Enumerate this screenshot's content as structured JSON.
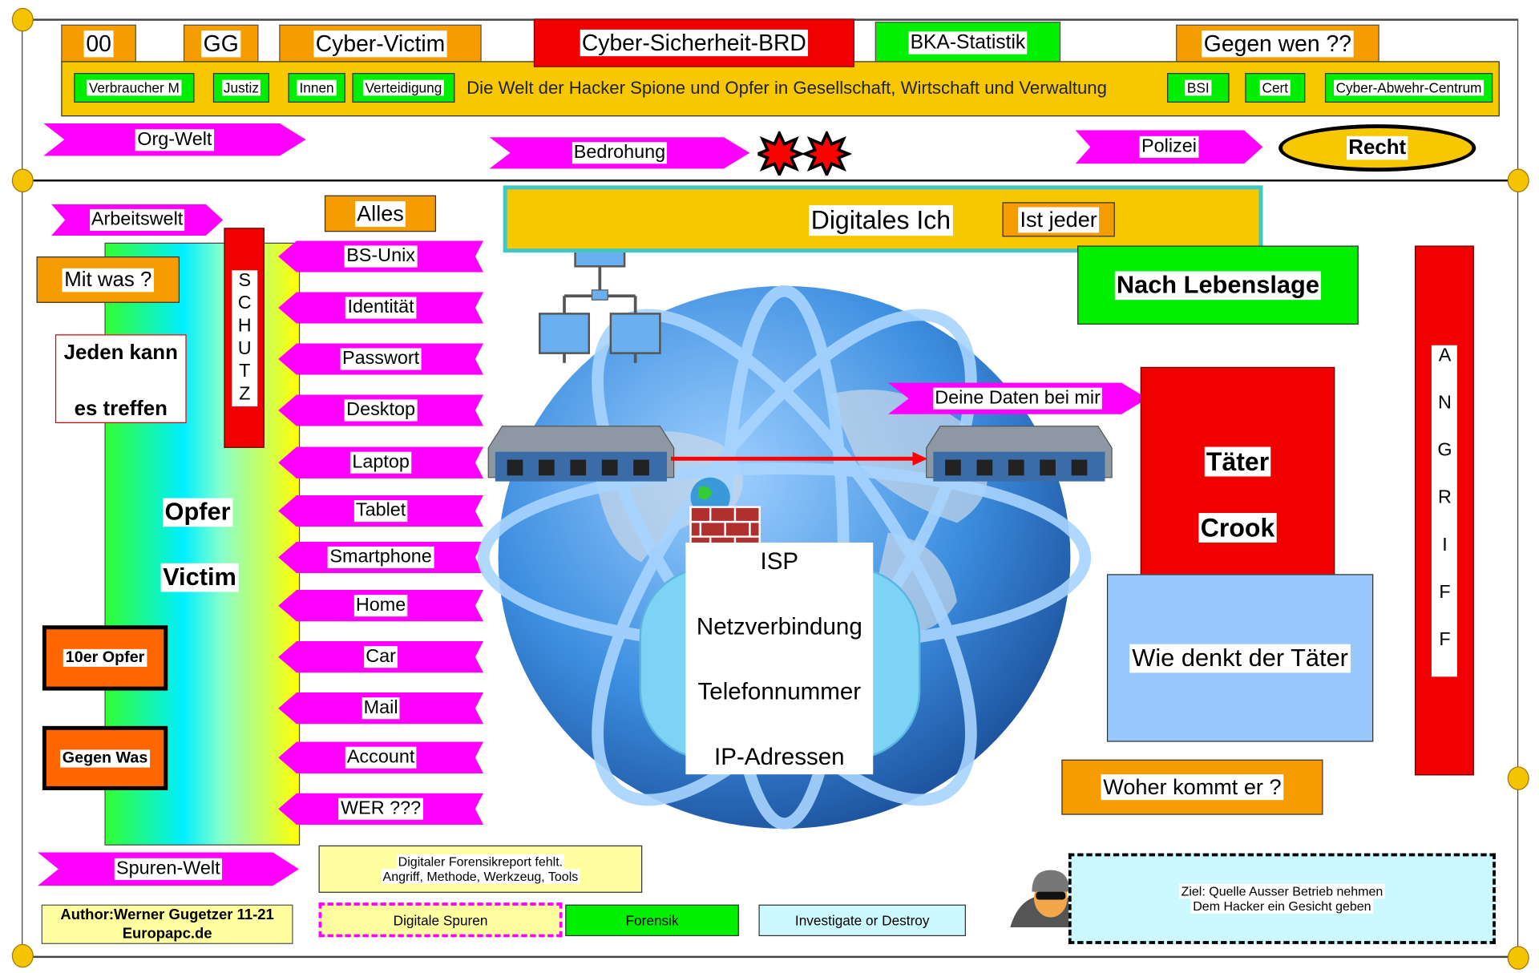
{
  "top_tabs": {
    "t00": "00",
    "gg": "GG",
    "victim": "Cyber-Victim",
    "brd": "Cyber-Sicherheit-BRD",
    "bka": "BKA-Statistik",
    "gegen": "Gegen wen ??"
  },
  "band": {
    "items_left": [
      "Verbraucher M",
      "Justiz",
      "Innen",
      "Verteidigung"
    ],
    "title": "Die Welt der Hacker Spione und Opfer in Gesellschaft, Wirtschaft und Verwaltung",
    "items_right": [
      "BSI",
      "Cert",
      "Cyber-Abwehr-Centrum"
    ]
  },
  "row2": {
    "org": "Org-Welt",
    "bedrohung": "Bedrohung",
    "polizei": "Polizei",
    "recht": "Recht"
  },
  "left": {
    "arbeitswelt": "Arbeitswelt",
    "alles": "Alles",
    "mitwas": "Mit was ?",
    "jeden1": "Jeden kann",
    "jeden2": "es treffen",
    "schutz": "SCHUTZ",
    "opfer": "Opfer",
    "victim": "Victim",
    "zehner": "10er Opfer",
    "gegenwas": "Gegen Was"
  },
  "devices": [
    "BS-Unix",
    "Identität",
    "Passwort",
    "Desktop",
    "Laptop",
    "Tablet",
    "Smartphone",
    "Home",
    "Car",
    "Mail",
    "Account",
    "WER ???"
  ],
  "center": {
    "digitales": "Digitales Ich",
    "istjeder": "Ist jeder",
    "deine": "Deine Daten bei mir",
    "isp": "ISP",
    "netz": "Netzverbindung",
    "tel": "Telefonnummer",
    "ip": "IP-Adressen"
  },
  "right": {
    "lebenslage": "Nach Lebenslage",
    "taeter": "Täter",
    "crook": "Crook",
    "wie": "Wie denkt der Täter",
    "woher": "Woher kommt er ?",
    "angriff": "ANGRIFF"
  },
  "bottom": {
    "spuren": "Spuren-Welt",
    "report1": "Digitaler Forensikreport fehlt.",
    "report2": "Angriff, Methode, Werkzeug, Tools",
    "author1": "Author:Werner Gugetzer  11-21",
    "author2": "Europapc.de",
    "digspuren": "Digitale Spuren",
    "forensik": "Forensik",
    "investigate": "Investigate or Destroy",
    "ziel1": "Ziel: Quelle Ausser Betrieb nehmen",
    "ziel2": "Dem Hacker ein Gesicht geben"
  }
}
